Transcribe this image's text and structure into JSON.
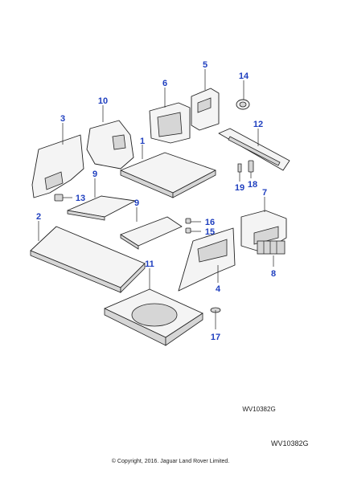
{
  "diagram": {
    "callouts": [
      {
        "id": "c1",
        "text": "1"
      },
      {
        "id": "c2",
        "text": "2"
      },
      {
        "id": "c3",
        "text": "3"
      },
      {
        "id": "c4",
        "text": "4"
      },
      {
        "id": "c5",
        "text": "5"
      },
      {
        "id": "c6",
        "text": "6"
      },
      {
        "id": "c7",
        "text": "7"
      },
      {
        "id": "c8",
        "text": "8"
      },
      {
        "id": "c9a",
        "text": "9"
      },
      {
        "id": "c9b",
        "text": "9"
      },
      {
        "id": "c10",
        "text": "10"
      },
      {
        "id": "c11",
        "text": "11"
      },
      {
        "id": "c12",
        "text": "12"
      },
      {
        "id": "c13",
        "text": "13"
      },
      {
        "id": "c14",
        "text": "14"
      },
      {
        "id": "c15",
        "text": "15"
      },
      {
        "id": "c16",
        "text": "16"
      },
      {
        "id": "c17",
        "text": "17"
      },
      {
        "id": "c18",
        "text": "18"
      },
      {
        "id": "c19",
        "text": "19"
      }
    ],
    "diagram_ref": "WV10382G",
    "footer_ref": "WV10382G",
    "copyright": "© Copyright, 2016. Jaguar Land Rover Limited.",
    "colors": {
      "callout": "#1f3fbf",
      "line": "#222222"
    }
  }
}
